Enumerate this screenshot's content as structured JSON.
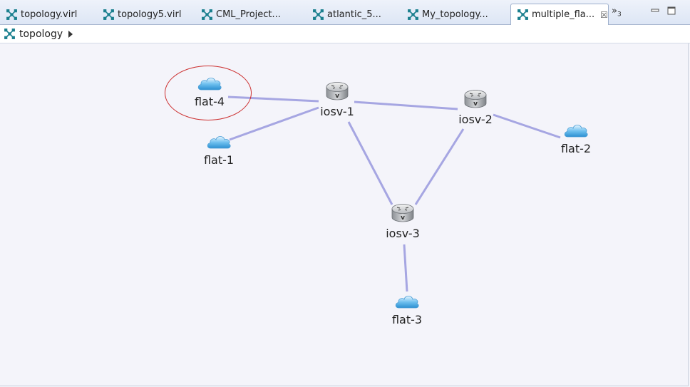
{
  "tabs": [
    {
      "label": "topology.virl",
      "active": false
    },
    {
      "label": "topology5.virl",
      "active": false
    },
    {
      "label": "CML_Project...",
      "active": false
    },
    {
      "label": "atlantic_5...",
      "active": false
    },
    {
      "label": "My_topology...",
      "active": false
    },
    {
      "label": "multiple_fla...",
      "active": true
    }
  ],
  "tab_overflow": {
    "symbol": "»",
    "count": "3"
  },
  "breadcrumb": {
    "label": "topology"
  },
  "nodes": {
    "flat_4": {
      "label": "flat-4",
      "type": "cloud",
      "selected": true
    },
    "flat_1": {
      "label": "flat-1",
      "type": "cloud"
    },
    "flat_2": {
      "label": "flat-2",
      "type": "cloud"
    },
    "flat_3": {
      "label": "flat-3",
      "type": "cloud"
    },
    "iosv_1": {
      "label": "iosv-1",
      "type": "router"
    },
    "iosv_2": {
      "label": "iosv-2",
      "type": "router"
    },
    "iosv_3": {
      "label": "iosv-3",
      "type": "router"
    }
  },
  "links": [
    [
      "flat-4",
      "iosv-1"
    ],
    [
      "flat-1",
      "iosv-1"
    ],
    [
      "iosv-1",
      "iosv-2"
    ],
    [
      "iosv-1",
      "iosv-3"
    ],
    [
      "iosv-2",
      "iosv-3"
    ],
    [
      "iosv-2",
      "flat-2"
    ],
    [
      "iosv-3",
      "flat-3"
    ]
  ],
  "colors": {
    "link": "#a6a6e2",
    "selection": "#cc2f2f",
    "icon_teal": "#1a7f8e"
  },
  "icons": {
    "tab": "topology-icon",
    "cloud": "cloud-icon",
    "router": "router-icon"
  }
}
